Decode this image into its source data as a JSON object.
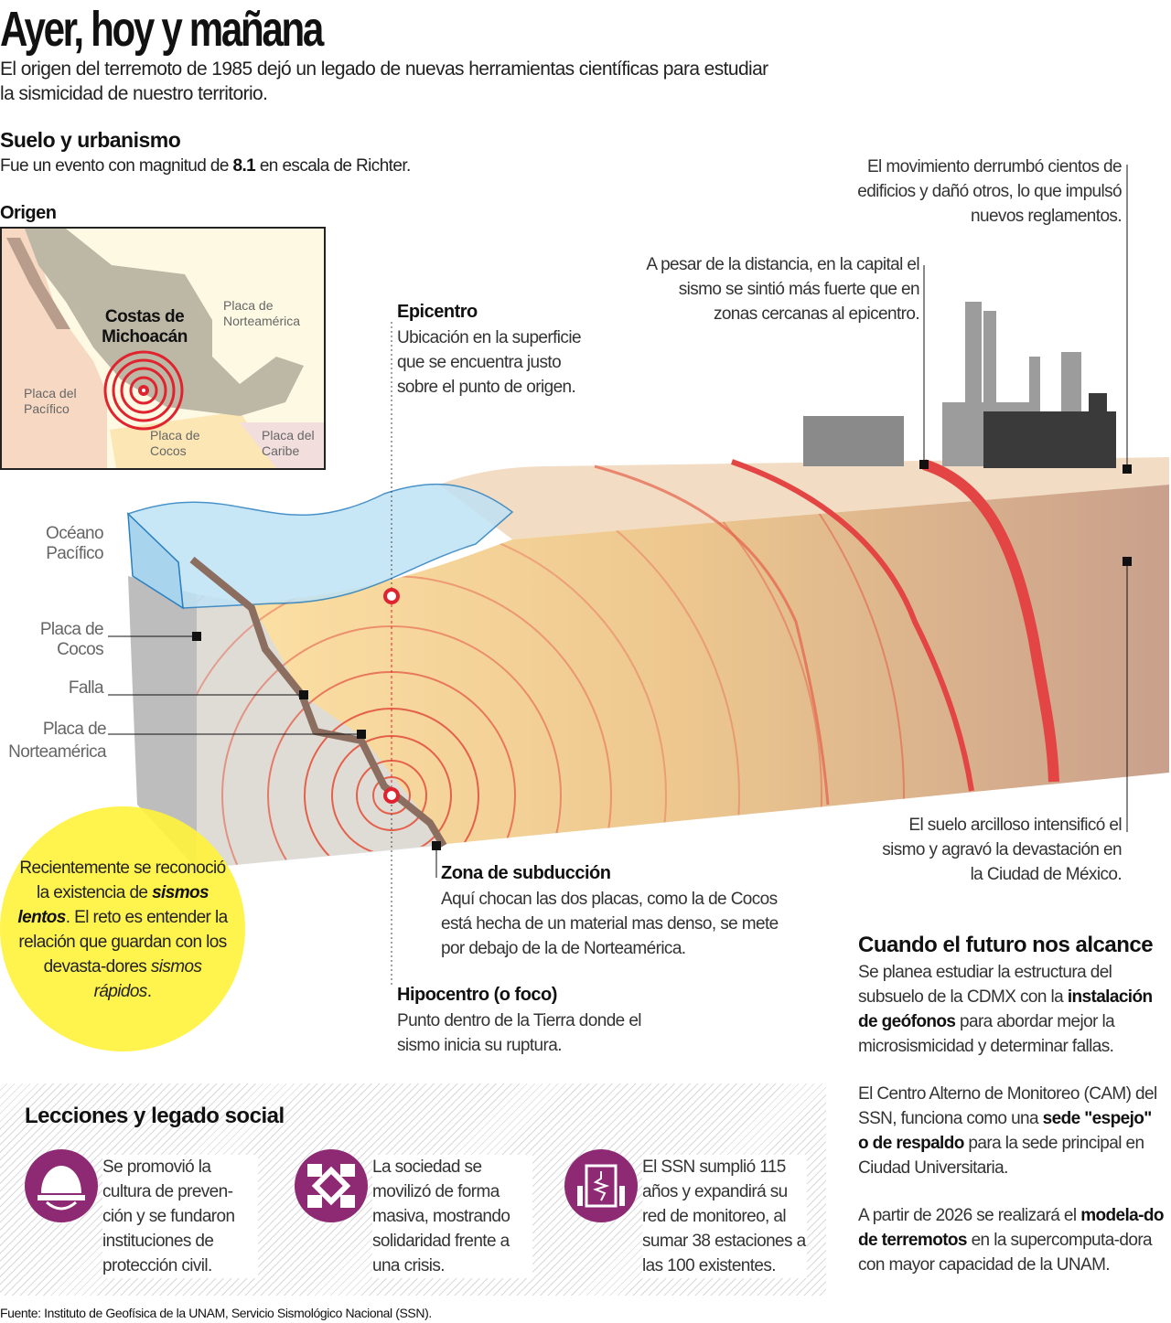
{
  "header": {
    "title": "Ayer, hoy y mañana",
    "subtitle_line1": "El origen del terremoto de 1985 dejó un legado de nuevas herramientas científicas para estudiar",
    "subtitle_line2": "la sismicidad de nuestro territorio."
  },
  "soil": {
    "heading": "Suelo y urbanismo",
    "text_before": "Fue un evento con magnitud de ",
    "magnitude": "8.1",
    "text_after": " en escala de Richter."
  },
  "origin": {
    "heading": "Origen",
    "map_labels": {
      "region": "Costas de Michoacán",
      "north_america": "Placa de Norteamérica",
      "pacific": "Placa del Pacífico",
      "cocos": "Placa de Cocos",
      "caribbean": "Placa del Caribe"
    }
  },
  "diagram": {
    "ocean": "Océano Pacífico",
    "cocos_plate": "Placa de Cocos",
    "fault": "Falla",
    "na_plate": "Placa de Norteamérica",
    "epicenter_title": "Epicentro",
    "epicenter_text": "Ubicación en la superficie que se encuentra justo sobre el punto de origen.",
    "subduction_title": "Zona de subducción",
    "subduction_text": "Aquí chocan las dos placas, como la de Cocos está hecha de un material mas denso, se mete por debajo de la de Norteamérica.",
    "hypocenter_title": "Hipocentro (o foco)",
    "hypocenter_text": "Punto dentro de la Tierra donde el sismo inicia su ruptura.",
    "distance_text": "A pesar de la distancia, en la capital el sismo se sintió más fuerte que en zonas cercanas al epicentro.",
    "buildings_text": "El movimiento derrumbó cientos de edificios y dañó otros, lo que impulsó nuevos reglamentos.",
    "clay_text": "El suelo arcilloso intensificó el sismo y agravó la devastación en la Ciudad de México."
  },
  "slow_quakes": {
    "p1": "Recientemente se reconoció la existencia de ",
    "bold": "sismos lentos",
    "p2": ". El reto es entender la relación que guardan con los devasta-dores ",
    "italic": "sismos rápidos",
    "p3": "."
  },
  "future": {
    "heading": "Cuando el futuro nos alcance",
    "para1_a": "Se planea estudiar la estructura del subsuelo de la CDMX con la ",
    "para1_b": "instalación de geófonos",
    "para1_c": " para abordar mejor la microsismicidad y determinar fallas.",
    "para2_a": "El Centro Alterno de Monitoreo (CAM) del SSN, funciona como una ",
    "para2_b": "sede \"espejo\" o de respaldo",
    "para2_c": " para la sede principal en Ciudad Universitaria.",
    "para3_a": "A partir de 2026 se realizará el ",
    "para3_b": "modela-do de terremotos",
    "para3_c": " en la supercomputa-dora con mayor capacidad de la UNAM."
  },
  "lessons": {
    "heading": "Lecciones y legado social",
    "items": [
      {
        "icon": "hard-hat-icon",
        "text": "Se promovió la cultura de preven-ción y se fundaron instituciones de protección civil."
      },
      {
        "icon": "joined-hands-icon",
        "text": "La sociedad se movilizó de forma masiva, mostrando solidaridad frente a una crisis."
      },
      {
        "icon": "seismograph-icon",
        "text": "El SSN sumplió 115 años y expandirá su red de monitoreo, al sumar 38 estaciones a las 100 existentes."
      }
    ]
  },
  "source": "Fuente: Instituto de Geofísica de la UNAM, Servicio Sismológico Nacional (SSN).",
  "colors": {
    "accent": "#e0242f",
    "purple": "#8e2a74",
    "yellow": "#fff23a",
    "ocean": "#bfe3f5"
  }
}
